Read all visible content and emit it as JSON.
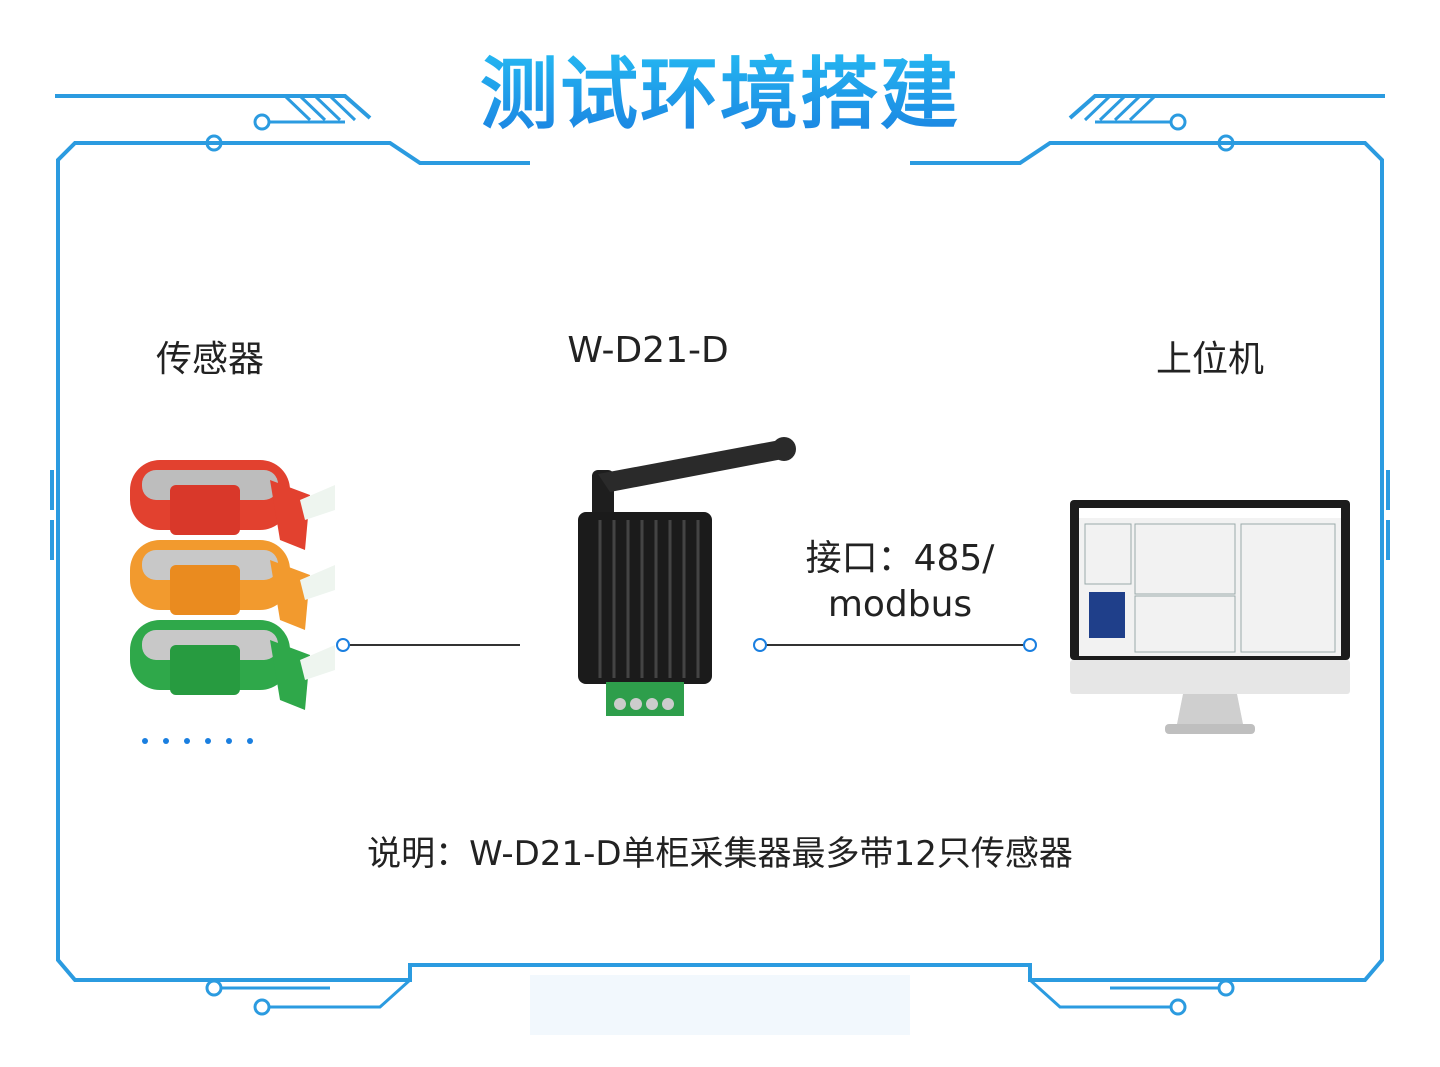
{
  "title": "测试环境搭建",
  "nodes": {
    "sensor": {
      "label": "传感器"
    },
    "collector": {
      "label": "W-D21-D"
    },
    "host": {
      "label": "上位机"
    }
  },
  "interface": {
    "line1": "接口：485/",
    "line2": "modbus"
  },
  "note": "说明：W-D21-D单柜采集器最多带12只传感器",
  "colors": {
    "accent": "#1a7fe0",
    "accent_light": "#27c3f5",
    "frame": "#2b9be0"
  },
  "icons": [
    "sensor-band-red",
    "sensor-band-orange",
    "sensor-band-green",
    "antenna-icon",
    "terminal-block-icon",
    "monitor-icon"
  ]
}
